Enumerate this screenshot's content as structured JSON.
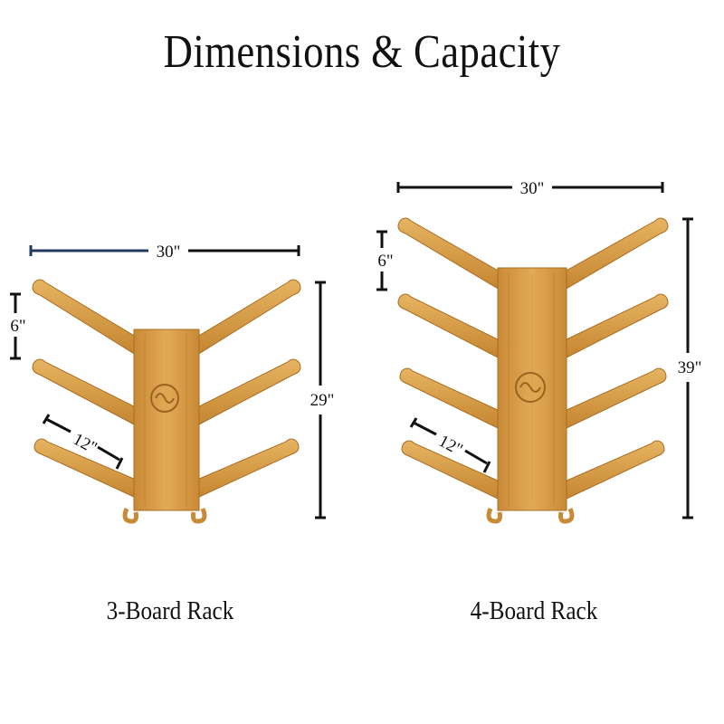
{
  "title": "Dimensions & Capacity",
  "racks": [
    {
      "caption": "3-Board Rack",
      "width": "30\"",
      "height": "29\"",
      "spacing": "6\"",
      "arm_length": "12\""
    },
    {
      "caption": "4-Board Rack",
      "width": "30\"",
      "height": "39\"",
      "spacing": "6\"",
      "arm_length": "12\""
    }
  ],
  "colors": {
    "bamboo": "#d9a14a",
    "bamboo_dark": "#b97a2a",
    "bamboo_light": "#eab866",
    "accent_line": "#1f3a5c",
    "dimension_line": "#111111"
  }
}
